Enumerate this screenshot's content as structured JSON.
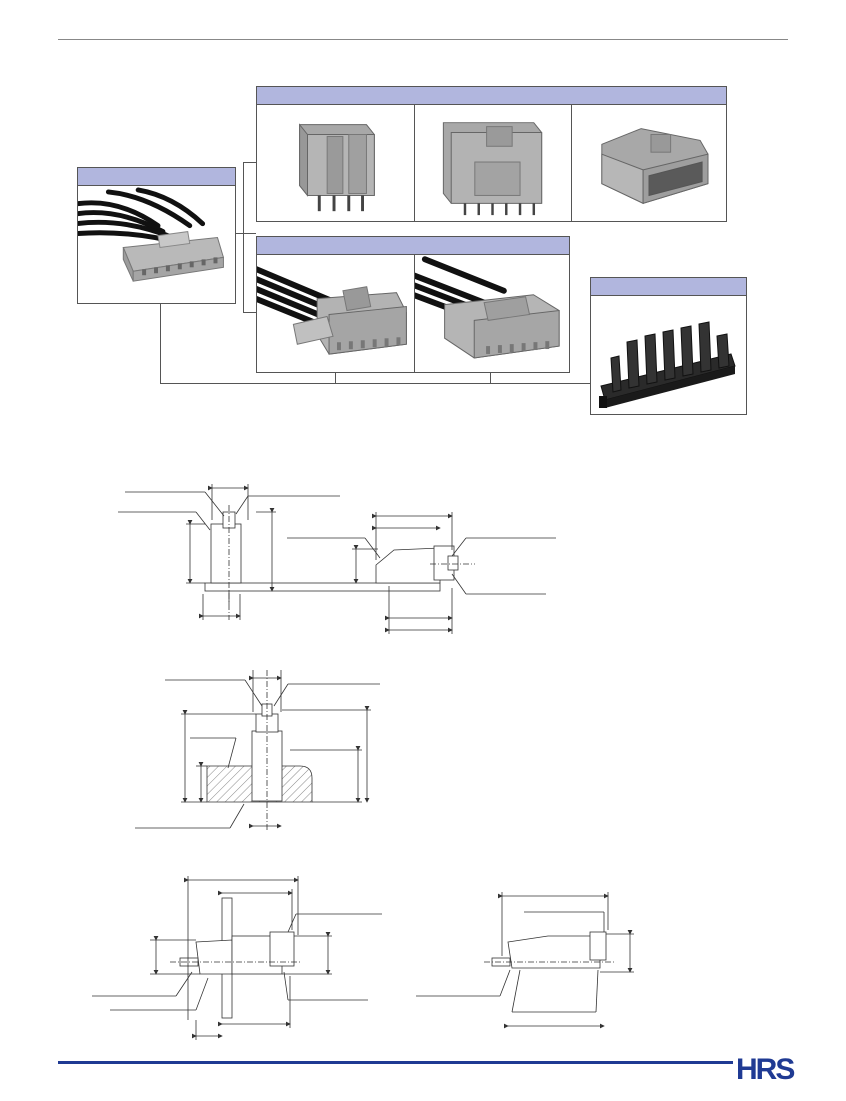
{
  "header": {
    "rule": "top-rule"
  },
  "product_images": {
    "receptacle_with_cable": {
      "icon": "receptacle-cable-photo"
    },
    "headers": [
      {
        "icon": "straight-header-photo"
      },
      {
        "icon": "straight-header-wide-photo"
      },
      {
        "icon": "right-angle-header-photo"
      }
    ],
    "cable_housings": [
      {
        "icon": "housing-cable-photo-a"
      },
      {
        "icon": "housing-cable-photo-b"
      }
    ],
    "retainer": {
      "icon": "retainer-clip-photo"
    }
  },
  "colors": {
    "header_band": "#b1b6de",
    "brand_blue": "#1f3a93",
    "housing_gray": "#a9a9a9",
    "line": "#555555"
  },
  "footer": {
    "logo_text": "HRS"
  }
}
